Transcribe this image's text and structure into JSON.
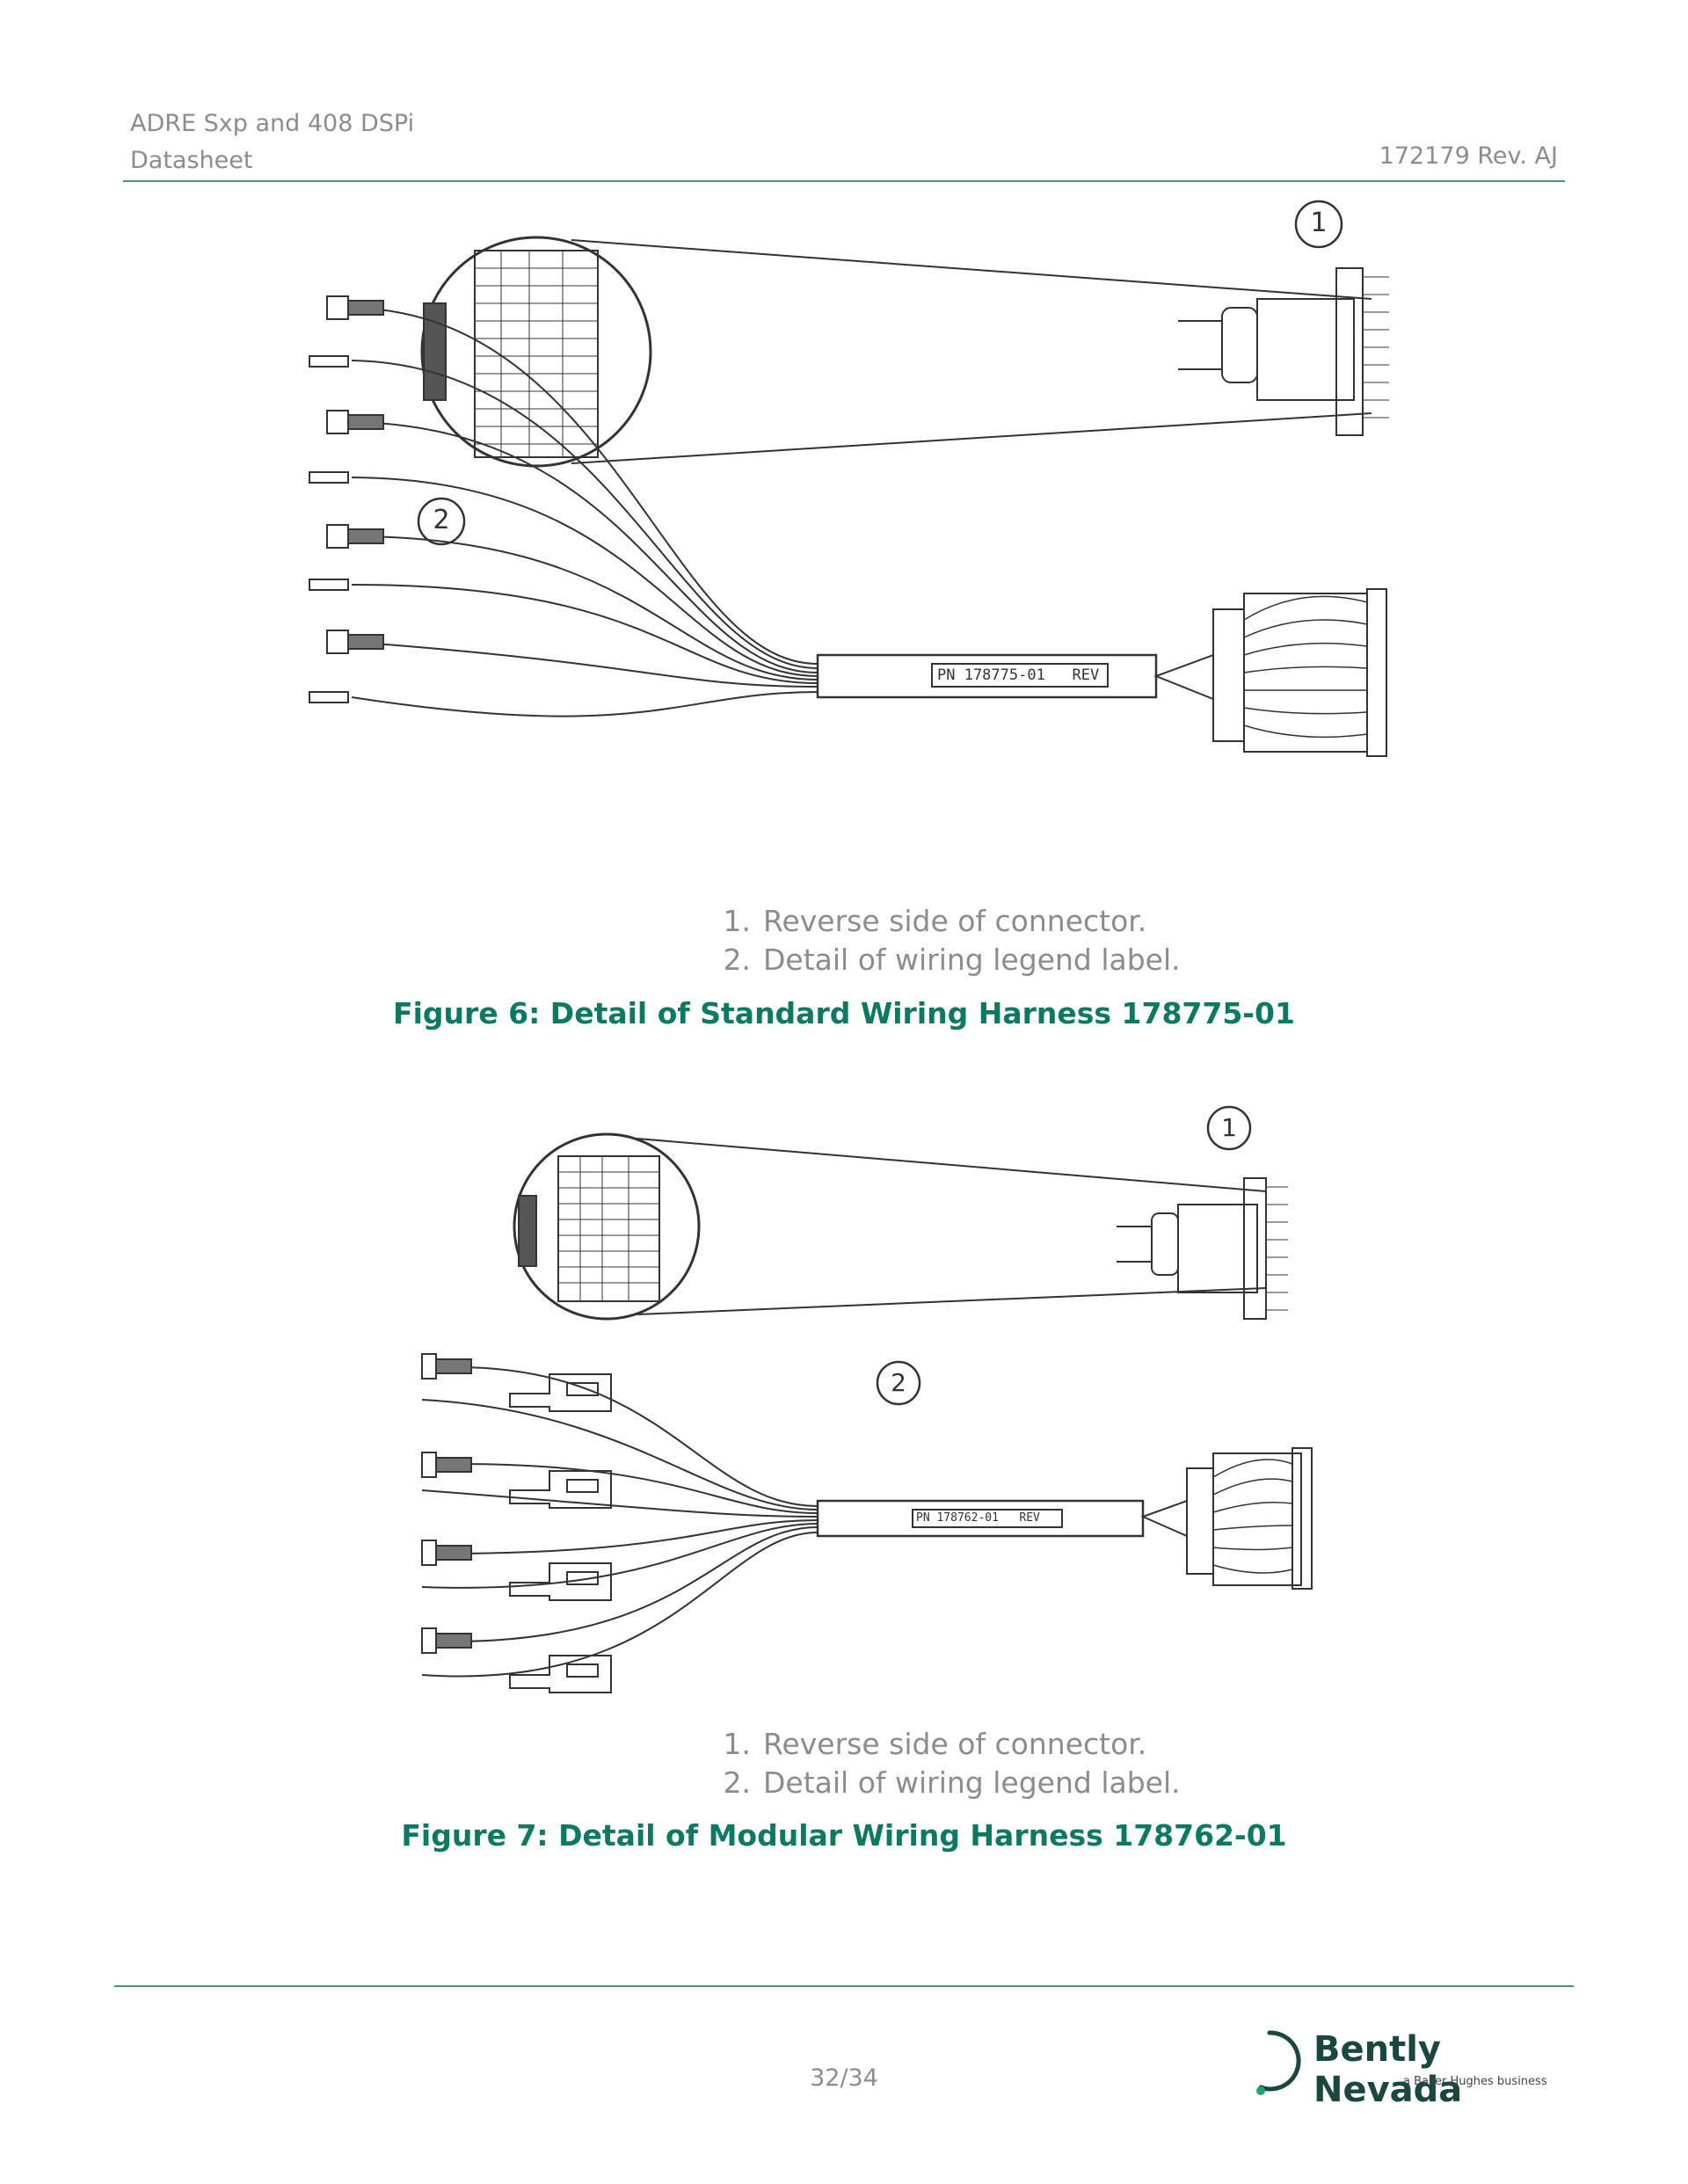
{
  "header": {
    "title_line1": "ADRE Sxp and 408 DSPi",
    "title_line2": "Datasheet",
    "doc_rev": "172179 Rev. AJ"
  },
  "figure6": {
    "part_label": "PN 178775-01   REV",
    "callout1": "1",
    "callout2": "2",
    "notes": [
      {
        "num": "1.",
        "text": "Reverse side of connector."
      },
      {
        "num": "2.",
        "text": "Detail of wiring legend label."
      }
    ],
    "caption": "Figure 6:  Detail of Standard Wiring Harness 178775-01"
  },
  "figure7": {
    "part_label": "PN 178762-01   REV",
    "callout1": "1",
    "callout2": "2",
    "notes": [
      {
        "num": "1.",
        "text": "Reverse side of connector."
      },
      {
        "num": "2.",
        "text": "Detail of wiring legend label."
      }
    ],
    "caption": "Figure 7:  Detail of Modular Wiring Harness 178762-01"
  },
  "footer": {
    "page_number": "32/34",
    "brand": "Bently Nevada",
    "brand_sub": "a Baker Hughes business"
  },
  "colors": {
    "rule": "#4f8f8c",
    "caption": "#0c7a62",
    "brand": "#1a4740"
  }
}
